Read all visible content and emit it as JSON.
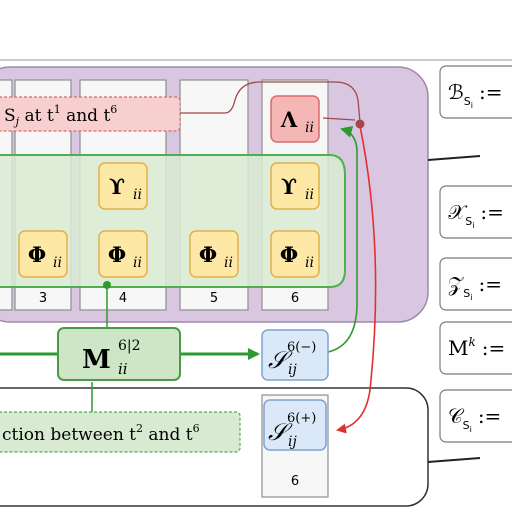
{
  "colors": {
    "panel": "#d9c7e2",
    "panel_border": "#8f8f8f",
    "column_fill": "#f7f7f7",
    "column_border": "#8f8f8f",
    "band_fill": "#d8ebd2",
    "band_border": "#4fae4f",
    "yellow_fill": "#fde8a6",
    "yellow_border": "#e3b04a",
    "red_fill": "#f5b6b6",
    "red_border": "#d96a6a",
    "blue_fill": "#dbe8f7",
    "blue_border": "#7ea3cf",
    "green_box_fill": "#cfe6c6",
    "green_box_border": "#4a9a4a",
    "arrow_red": "#e03030",
    "arrow_green": "#2e9a2e",
    "arrow_maroon": "#a0484a",
    "right_box_border": "#7a7a7a",
    "line_dark": "#222222"
  },
  "columns": [
    {
      "index": "",
      "has_upsilon": false,
      "has_phi": false,
      "has_lambda": false
    },
    {
      "index": "3",
      "has_upsilon": false,
      "has_phi": true,
      "has_lambda": false
    },
    {
      "index": "4",
      "has_upsilon": true,
      "has_phi": true,
      "has_lambda": false
    },
    {
      "index": "5",
      "has_upsilon": false,
      "has_phi": true,
      "has_lambda": false
    },
    {
      "index": "6",
      "has_upsilon": true,
      "has_phi": true,
      "has_lambda": true
    }
  ],
  "symbols": {
    "lambda": "Λ",
    "upsilon": "ϒ",
    "phi": "Φ",
    "subscript_ii": "ii",
    "M": "M",
    "M_sup": "6|2",
    "M_sub": "ii",
    "S": "𝒮",
    "S_minus_sup": "6(−)",
    "S_plus_sup": "6(+)",
    "S_sub": "ij"
  },
  "labels": {
    "top_note_prefix": "S",
    "top_note_sub": "j",
    "top_note_text": " at t",
    "top_note_sup1": "1",
    "top_note_mid": " and t",
    "top_note_sup2": "6",
    "bottom_note_text": "ction between t",
    "bottom_note_sup1": "2",
    "bottom_note_mid": " and t",
    "bottom_note_sup2": "6",
    "lower_column_index": "6"
  },
  "right_boxes": [
    {
      "letter": "ℬ",
      "sub": "S",
      "subsub": "i",
      "suffix": ":="
    },
    {
      "letter": "𝒳",
      "sub": "S",
      "subsub": "i",
      "suffix": ":="
    },
    {
      "letter": "𝒵",
      "sub": "S",
      "subsub": "i",
      "suffix": ":="
    },
    {
      "letter": "M",
      "sup": "k",
      "suffix": ":="
    },
    {
      "letter": "𝒞",
      "sub": "S",
      "subsub": "i",
      "suffix": ":="
    }
  ]
}
